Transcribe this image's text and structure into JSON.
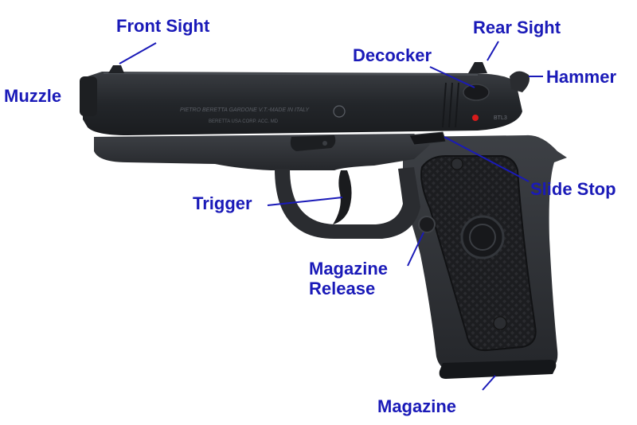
{
  "figure": {
    "colors": {
      "label_text": "#1a1ab8",
      "leader_line": "#1a1ab8",
      "pistol_body": "#2c2f33",
      "pistol_slide": "#23262a",
      "grip_panel": "#1c1d20",
      "frame_highlight": "#3d4045",
      "decocker_dot": "#d81b1b",
      "background": "#ffffff"
    },
    "slide_engraving": {
      "line1": "PIETRO BERETTA  GARDONE V.T.-MADE IN ITALY",
      "line2": "BERETTA  USA  CORP.  ACC. MD",
      "serial": "BTL3"
    },
    "labels": {
      "front_sight": "Front Sight",
      "rear_sight": "Rear Sight",
      "decocker": "Decocker",
      "hammer": "Hammer",
      "muzzle": "Muzzle",
      "slide_stop": "Slide Stop",
      "trigger": "Trigger",
      "magazine_release_line1": "Magazine",
      "magazine_release_line2": "Release",
      "magazine": "Magazine"
    }
  }
}
